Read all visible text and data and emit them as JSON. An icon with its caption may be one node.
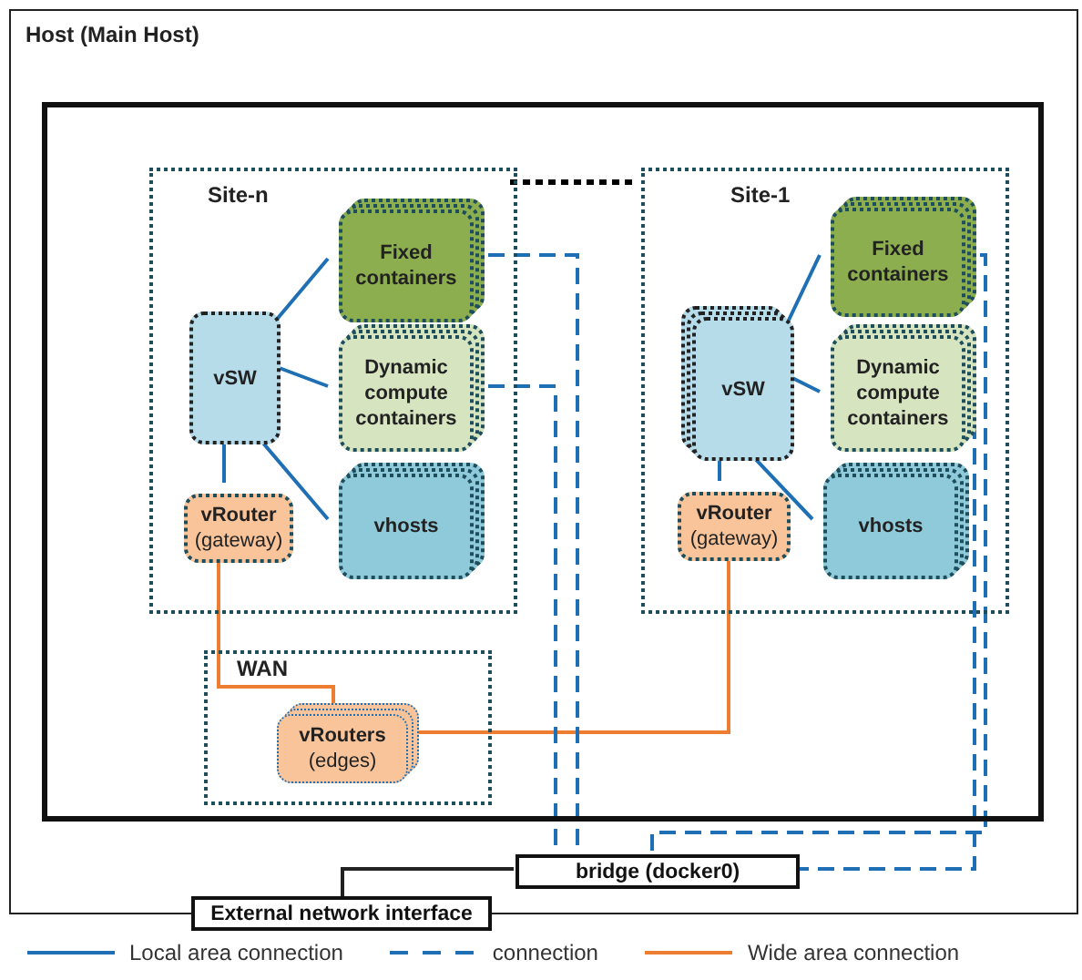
{
  "diagram": {
    "nodes": [
      {
        "text": [
          "Host (Main Host)"
        ]
      },
      {
        "text": [],
        "shape": "box",
        "in": 0
      },
      {
        "text": [
          "Site-n"
        ],
        "in": 1
      },
      {
        "text": [
          "Fixed containers"
        ],
        "in": 2
      },
      {
        "text": [
          "Dynamic compute containers"
        ],
        "in": 2
      },
      {
        "text": [
          "vSW"
        ],
        "in": 2
      },
      {
        "text": [
          "vRouter",
          "(gateway)"
        ],
        "in": 2
      },
      {
        "text": [
          "vhosts"
        ],
        "in": 2
      },
      {
        "text": [
          "Site-1"
        ],
        "in": 1
      },
      {
        "text": [
          "Fixed containers"
        ],
        "in": 8
      },
      {
        "text": [
          "vSW"
        ],
        "in": 8
      },
      {
        "text": [
          "Dynamic compute containers"
        ],
        "in": 8
      },
      {
        "text": [
          "vRouter",
          "(gateway)"
        ],
        "in": 8
      },
      {
        "text": [
          "vhosts"
        ],
        "in": 8
      },
      {
        "text": [
          "WAN"
        ],
        "in": 1
      },
      {
        "text": [
          "vRouters",
          "(edges)"
        ],
        "in": 14
      },
      {
        "text": [
          "bridge (docker0)"
        ],
        "in": 0
      },
      {
        "text": [
          "External network interface"
        ]
      }
    ],
    "edges": [
      {
        "from": 5,
        "to": 3,
        "arrow": "none"
      },
      {
        "from": 5,
        "to": 4,
        "arrow": "none"
      },
      {
        "from": 5,
        "to": 7,
        "arrow": "none"
      },
      {
        "from": 5,
        "to": 6,
        "arrow": "none"
      },
      {
        "from": 10,
        "to": 9,
        "arrow": "none"
      },
      {
        "from": 10,
        "to": 11,
        "arrow": "none"
      },
      {
        "from": 10,
        "to": 13,
        "arrow": "none"
      },
      {
        "from": 10,
        "to": 12,
        "arrow": "none"
      },
      {
        "from": 2,
        "to": 8,
        "arrow": "none",
        "style": "dashed",
        "color": "#000000"
      },
      {
        "from": 6,
        "to": 15,
        "arrow": "none",
        "color": "#ed7d31"
      },
      {
        "from": 15,
        "to": 12,
        "arrow": "none",
        "color": "#ed7d31"
      },
      {
        "from": 3,
        "to": 16,
        "arrow": "none",
        "style": "dashed"
      },
      {
        "from": 4,
        "to": 16,
        "arrow": "none",
        "style": "dashed"
      },
      {
        "from": 9,
        "to": 16,
        "arrow": "none",
        "style": "dashed"
      },
      {
        "from": 11,
        "to": 16,
        "arrow": "none",
        "style": "dashed"
      },
      {
        "from": 16,
        "to": 17,
        "arrow": "none",
        "color": "#222222"
      }
    ],
    "legend": [
      {
        "text": "Local area connection"
      },
      {
        "text": "connection"
      },
      {
        "text": "Wide area connection"
      }
    ]
  }
}
